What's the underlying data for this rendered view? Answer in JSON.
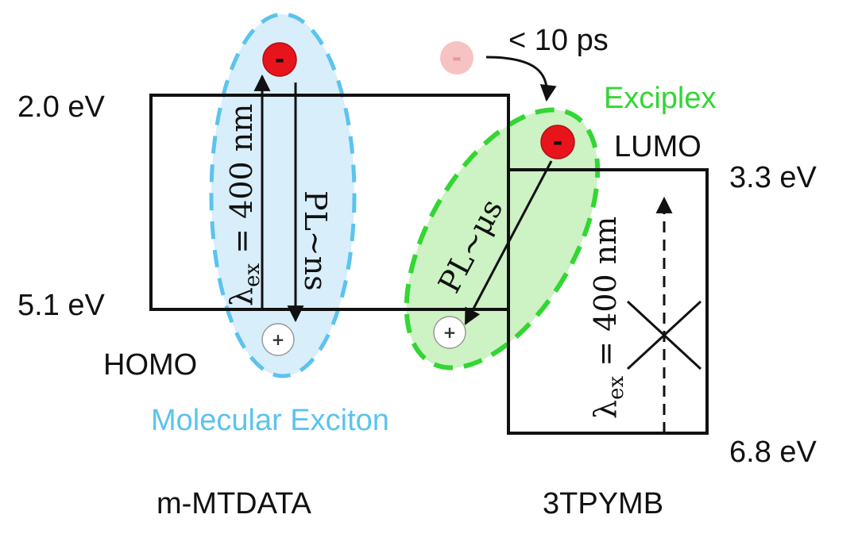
{
  "energy_levels": {
    "donor_lumo": "2.0 eV",
    "donor_homo": "5.1 eV",
    "acceptor_lumo": "3.3 eV",
    "acceptor_homo": "6.8 eV"
  },
  "orbital_labels": {
    "homo": "HOMO",
    "lumo": "LUMO"
  },
  "materials": {
    "donor": "m-MTDATA",
    "acceptor": "3TPYMB"
  },
  "states": {
    "molecular_exciton": "Molecular Exciton",
    "exciplex": "Exciplex"
  },
  "transfer_time": "< 10 ps",
  "excitation": {
    "lambda": "λ",
    "subscript": "ex",
    "value": " = 400 nm"
  },
  "emission": {
    "donor_pl": "PL~ns",
    "exciplex_pl": "PL~μs"
  },
  "charges": {
    "electron": "-",
    "hole": "+"
  },
  "colors": {
    "molecular_exciton": "#5bc3ee",
    "exciplex": "#33d633",
    "electron": "#e8141c",
    "electron_faded": "#f7c2c2"
  }
}
